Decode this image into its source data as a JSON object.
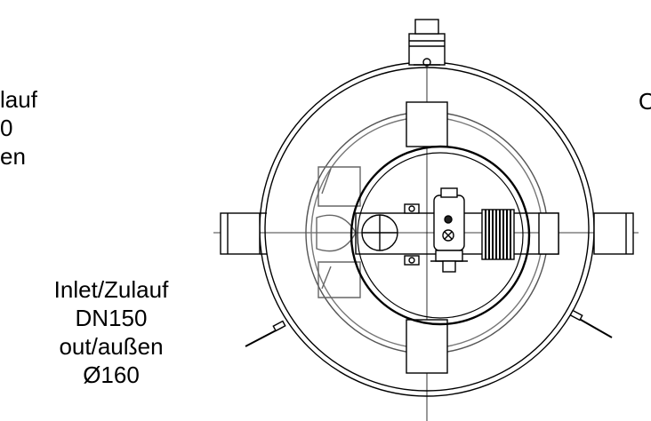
{
  "labels": {
    "outlet_cut": {
      "line1": "lauf",
      "line2": "0",
      "line3": "en"
    },
    "inlet": {
      "line1": "Inlet/Zulauf",
      "line2": "DN150",
      "line3": "out/außen",
      "line4": "Ø160"
    },
    "right_cut": {
      "line1": "O"
    }
  },
  "colors": {
    "stroke": "#000000",
    "fill_part": "#ffffff",
    "dark_part": "#222222"
  }
}
